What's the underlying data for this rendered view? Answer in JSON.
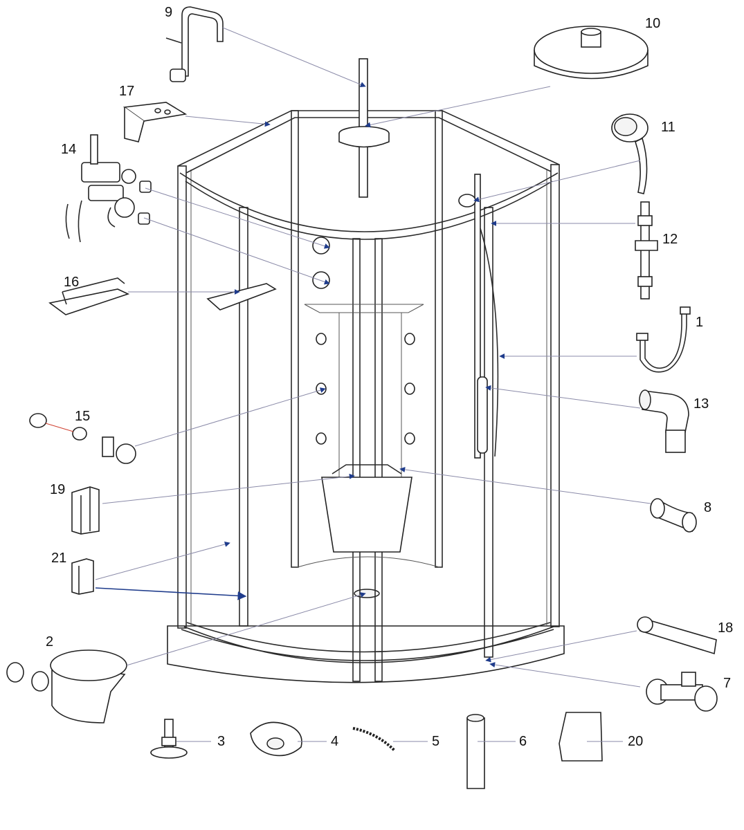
{
  "labels": {
    "l1": "1",
    "l2": "2",
    "l3": "3",
    "l4": "4",
    "l5": "5",
    "l6": "6",
    "l7": "7",
    "l8": "8",
    "l9": "9",
    "l10": "10",
    "l11": "11",
    "l12": "12",
    "l13": "13",
    "l14": "14",
    "l15": "15",
    "l16": "16",
    "l17": "17",
    "l18": "18",
    "l19": "19",
    "l20": "20",
    "l21": "21"
  },
  "colors": {
    "line": "#222222",
    "leader": "#8a8aa8",
    "arrow": "#1f3c8c",
    "background": "#ffffff"
  }
}
